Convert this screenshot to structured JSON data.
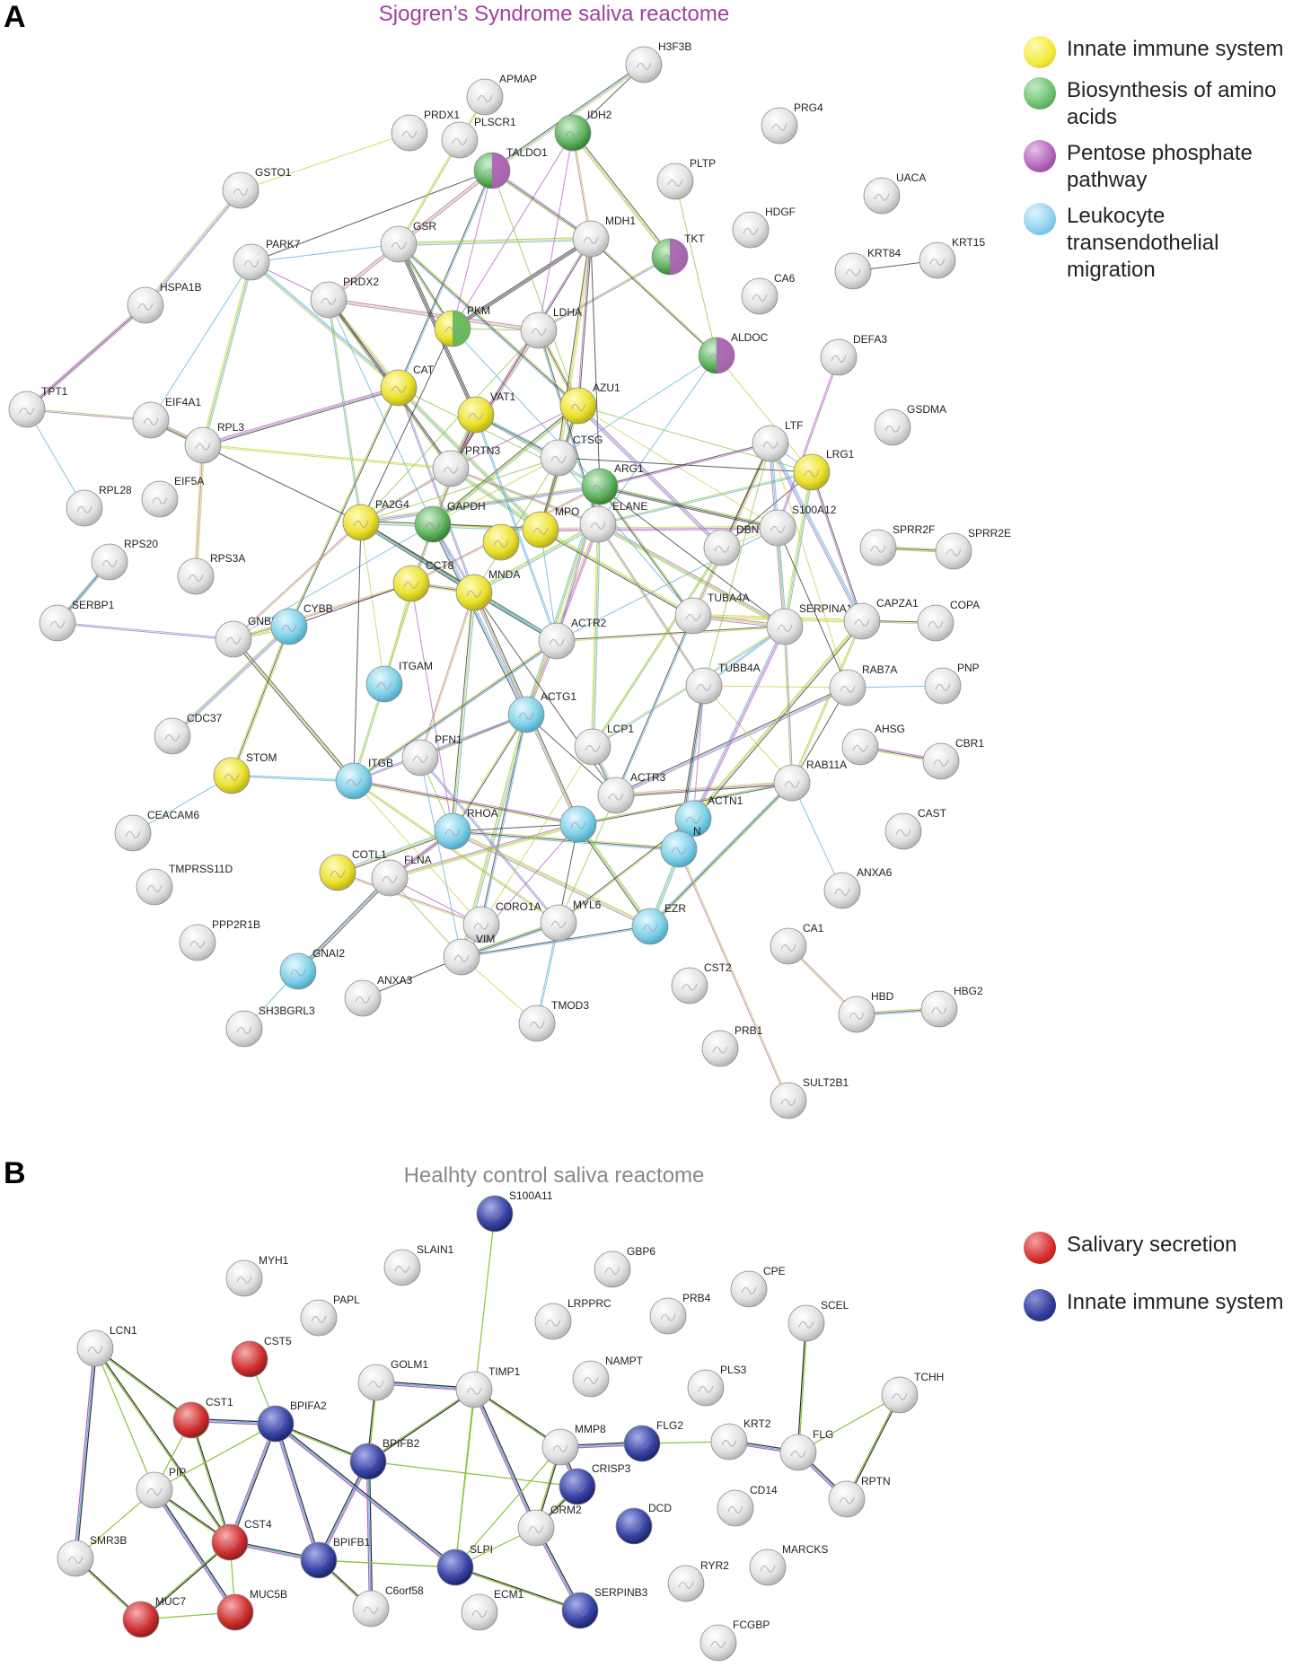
{
  "panel_a": {
    "letter": "A",
    "title": "Sjogren’s Syndrome saliva reactome",
    "title_color": "#a040a0",
    "legend": [
      {
        "label": "Innate immune system",
        "color": "#f2e83a"
      },
      {
        "label": "Biosynthesis of amino acids",
        "color": "#6abf6a"
      },
      {
        "label": "Pentose phosphate pathway",
        "color": "#b060b8"
      },
      {
        "label": "Leukocyte transendothelial migration",
        "color": "#8ccff0"
      }
    ],
    "nodes": [
      {
        "id": "H3F3B",
        "c": "w"
      },
      {
        "id": "APMAP",
        "c": "w"
      },
      {
        "id": "PRDX1",
        "c": "w"
      },
      {
        "id": "PLSCR1",
        "c": "w"
      },
      {
        "id": "IDH2",
        "c": "g"
      },
      {
        "id": "TALDO1",
        "c": "gp"
      },
      {
        "id": "PRG4",
        "c": "w"
      },
      {
        "id": "PLTP",
        "c": "w"
      },
      {
        "id": "UACA",
        "c": "w"
      },
      {
        "id": "GSTO1",
        "c": "w"
      },
      {
        "id": "HDGF",
        "c": "w"
      },
      {
        "id": "GSR",
        "c": "w"
      },
      {
        "id": "MDH1",
        "c": "w"
      },
      {
        "id": "TKT",
        "c": "gp"
      },
      {
        "id": "KRT84",
        "c": "w"
      },
      {
        "id": "KRT15",
        "c": "w"
      },
      {
        "id": "PARK7",
        "c": "w"
      },
      {
        "id": "CA6",
        "c": "w"
      },
      {
        "id": "HSPA1B",
        "c": "w"
      },
      {
        "id": "PRDX2",
        "c": "w"
      },
      {
        "id": "PKM",
        "c": "yg"
      },
      {
        "id": "LDHA",
        "c": "w"
      },
      {
        "id": "ALDOC",
        "c": "gp"
      },
      {
        "id": "DEFA3",
        "c": "w"
      },
      {
        "id": "CAT",
        "c": "y"
      },
      {
        "id": "TPT1",
        "c": "w"
      },
      {
        "id": "EIF4A1",
        "c": "w"
      },
      {
        "id": "VAT1",
        "c": "y"
      },
      {
        "id": "AZU1",
        "c": "y"
      },
      {
        "id": "GSDMA",
        "c": "w"
      },
      {
        "id": "RPL3",
        "c": "w"
      },
      {
        "id": "LTF",
        "c": "w"
      },
      {
        "id": "CTSG",
        "c": "w"
      },
      {
        "id": "PRTN3",
        "c": "w"
      },
      {
        "id": "ARG1",
        "c": "g"
      },
      {
        "id": "LRG1",
        "c": "y"
      },
      {
        "id": "RPL28",
        "c": "w"
      },
      {
        "id": "EIF5A",
        "c": "w"
      },
      {
        "id": "ELANE",
        "c": "w"
      },
      {
        "id": "S100A12",
        "c": "w"
      },
      {
        "id": "PA2G4",
        "c": "y"
      },
      {
        "id": "GAPDH",
        "c": "g"
      },
      {
        "id": "MPO",
        "c": "y"
      },
      {
        "id": "MPO2",
        "c": "y"
      },
      {
        "id": "DBN",
        "c": "w"
      },
      {
        "id": "SPRR2F",
        "c": "w"
      },
      {
        "id": "SPRR2E",
        "c": "w"
      },
      {
        "id": "RPS20",
        "c": "w"
      },
      {
        "id": "RPS3A",
        "c": "w"
      },
      {
        "id": "CCT8",
        "c": "y"
      },
      {
        "id": "MNDA",
        "c": "y"
      },
      {
        "id": "TUBA4A",
        "c": "w"
      },
      {
        "id": "SERBP1",
        "c": "w"
      },
      {
        "id": "GNB2L1",
        "c": "w"
      },
      {
        "id": "CYBB",
        "c": "b"
      },
      {
        "id": "ACTR2",
        "c": "w"
      },
      {
        "id": "SERPINA1",
        "c": "w"
      },
      {
        "id": "CAPZA1",
        "c": "w"
      },
      {
        "id": "COPA",
        "c": "w"
      },
      {
        "id": "ITGAM",
        "c": "b"
      },
      {
        "id": "TUBB4A",
        "c": "w"
      },
      {
        "id": "RAB7A",
        "c": "w"
      },
      {
        "id": "PNP",
        "c": "w"
      },
      {
        "id": "CDC37",
        "c": "w"
      },
      {
        "id": "ACTG1",
        "c": "b"
      },
      {
        "id": "LCP1",
        "c": "w"
      },
      {
        "id": "AHSG",
        "c": "w"
      },
      {
        "id": "CBR1",
        "c": "w"
      },
      {
        "id": "STOM",
        "c": "y"
      },
      {
        "id": "PFN1",
        "c": "w"
      },
      {
        "id": "ITGB",
        "c": "b"
      },
      {
        "id": "RAB11A",
        "c": "w"
      },
      {
        "id": "ACTR3",
        "c": "w"
      },
      {
        "id": "ACTN1",
        "c": "b"
      },
      {
        "id": "CEACAM6",
        "c": "w"
      },
      {
        "id": "RHOA",
        "c": "b"
      },
      {
        "id": "ACTB",
        "c": "b"
      },
      {
        "id": "CAST",
        "c": "w"
      },
      {
        "id": "TMPRSS11D",
        "c": "w"
      },
      {
        "id": "COTL1",
        "c": "y"
      },
      {
        "id": "FLNA",
        "c": "w"
      },
      {
        "id": "ANXA6",
        "c": "w"
      },
      {
        "id": "CORO1A",
        "c": "w"
      },
      {
        "id": "MYL6",
        "c": "w"
      },
      {
        "id": "EZR",
        "c": "b"
      },
      {
        "id": "PPP2R1B",
        "c": "w"
      },
      {
        "id": "CA1",
        "c": "w"
      },
      {
        "id": "GNAI2",
        "c": "b"
      },
      {
        "id": "VIM",
        "c": "w"
      },
      {
        "id": "VIM2",
        "c": "w"
      },
      {
        "id": "CST2",
        "c": "w"
      },
      {
        "id": "ANXA3",
        "c": "w"
      },
      {
        "id": "HBD",
        "c": "w"
      },
      {
        "id": "HBG2",
        "c": "w"
      },
      {
        "id": "SH3BGRL3",
        "c": "w"
      },
      {
        "id": "TMOD3",
        "c": "w"
      },
      {
        "id": "PRB1",
        "c": "w"
      },
      {
        "id": "SULT2B1",
        "c": "w"
      },
      {
        "id": "MSN",
        "c": "b"
      }
    ],
    "labels": {
      "H3F3B": "H3F3B",
      "APMAP": "APMAP",
      "PRDX1": "PRDX1",
      "PLSCR1": "PLSCR1",
      "IDH2": "IDH2",
      "TALDO1": "TALDO1",
      "PRG4": "PRG4",
      "PLTP": "PLTP",
      "UACA": "UACA",
      "GSTO1": "GSTO1",
      "HDGF": "HDGF",
      "GSR": "GSR",
      "MDH1": "MDH1",
      "TKT": "TKT",
      "KRT84": "KRT84",
      "KRT15": "KRT15",
      "PARK7": "PARK7",
      "CA6": "CA6",
      "HSPA1B": "HSPA1B",
      "PRDX2": "PRDX2",
      "PKM": "PKM",
      "LDHA": "LDHA",
      "ALDOC": "ALDOC",
      "DEFA3": "DEFA3",
      "CAT": "CAT",
      "TPT1": "TPT1",
      "EIF4A1": "EIF4A1",
      "VAT1": "VAT1",
      "AZU1": "AZU1",
      "GSDMA": "GSDMA",
      "RPL3": "RPL3",
      "LTF": "LTF",
      "CTSG": "CTSG",
      "PRTN3": "PRTN3",
      "ARG1": "ARG1",
      "LRG1": "LRG1",
      "RPL28": "RPL28",
      "EIF5A": "EIF5A",
      "ELANE": "ELANE",
      "S100A12": "S100A12",
      "PA2G4": "PA2G4",
      "GAPDH": "GAPDH",
      "MPO": "MPO",
      "MPO2": "",
      "DBN": "DBN",
      "SPRR2F": "SPRR2F",
      "SPRR2E": "SPRR2E",
      "RPS20": "RPS20",
      "RPS3A": "RPS3A",
      "CCT8": "CCT8",
      "MNDA": "MNDA",
      "TUBA4A": "TUBA4A",
      "SERBP1": "SERBP1",
      "GNB2L1": "GNB2L1",
      "CYBB": "CYBB",
      "ACTR2": "ACTR2",
      "SERPINA1": "SERPINA1",
      "CAPZA1": "CAPZA1",
      "COPA": "COPA",
      "ITGAM": "ITGAM",
      "TUBB4A": "TUBB4A",
      "RAB7A": "RAB7A",
      "PNP": "PNP",
      "CDC37": "CDC37",
      "ACTG1": "ACTG1",
      "LCP1": "LCP1",
      "AHSG": "AHSG",
      "CBR1": "CBR1",
      "STOM": "STOM",
      "PFN1": "PFN1",
      "ITGB": "ITGB",
      "RAB11A": "RAB11A",
      "ACTR3": "ACTR3",
      "ACTN1": "ACTN1",
      "CEACAM6": "CEACAM6",
      "RHOA": "RHOA",
      "ACTB": "",
      "CAST": "CAST",
      "TMPRSS11D": "TMPRSS11D",
      "COTL1": "COTL1",
      "FLNA": "FLNA",
      "ANXA6": "ANXA6",
      "CORO1A": "CORO1A",
      "MYL6": "MYL6",
      "EZR": "EZR",
      "PPP2R1B": "PPP2R1B",
      "CA1": "CA1",
      "GNAI2": "GNAI2",
      "VIM": "VIM",
      "VIM2": "",
      "CST2": "CST2",
      "ANXA3": "ANXA3",
      "HBD": "HBD",
      "HBG2": "HBG2",
      "SH3BGRL3": "SH3BGRL3",
      "TMOD3": "TMOD3",
      "PRB1": "PRB1",
      "SULT2B1": "SULT2B1",
      "MSN": "N"
    }
  },
  "panel_b": {
    "letter": "B",
    "title": "Healhty control saliva reactome",
    "title_color": "#888888",
    "legend": [
      {
        "label": "Salivary secretion",
        "color": "#d42a2a"
      },
      {
        "label": "Innate immune system",
        "color": "#2e3a96"
      }
    ],
    "nodes": [
      {
        "id": "S100A11",
        "c": "n"
      },
      {
        "id": "MYH1",
        "c": "w"
      },
      {
        "id": "SLAIN1",
        "c": "w"
      },
      {
        "id": "GBP6",
        "c": "w"
      },
      {
        "id": "CPE",
        "c": "w"
      },
      {
        "id": "PAPL",
        "c": "w"
      },
      {
        "id": "LRPPRC",
        "c": "w"
      },
      {
        "id": "PRB4",
        "c": "w"
      },
      {
        "id": "SCEL",
        "c": "w"
      },
      {
        "id": "LCN1",
        "c": "w"
      },
      {
        "id": "CST5",
        "c": "r"
      },
      {
        "id": "GOLM1",
        "c": "w"
      },
      {
        "id": "NAMPT",
        "c": "w"
      },
      {
        "id": "TIMP1",
        "c": "w"
      },
      {
        "id": "PLS3",
        "c": "w"
      },
      {
        "id": "TCHH",
        "c": "w"
      },
      {
        "id": "CST1",
        "c": "r"
      },
      {
        "id": "BPIFA2",
        "c": "n"
      },
      {
        "id": "BPIFB2",
        "c": "n"
      },
      {
        "id": "MMP8",
        "c": "w"
      },
      {
        "id": "FLG2",
        "c": "n"
      },
      {
        "id": "KRT2",
        "c": "w"
      },
      {
        "id": "FLG",
        "c": "w"
      },
      {
        "id": "PIP",
        "c": "w"
      },
      {
        "id": "CRISP3",
        "c": "n"
      },
      {
        "id": "RPTN",
        "c": "w"
      },
      {
        "id": "CD14",
        "c": "w"
      },
      {
        "id": "CST4",
        "c": "r"
      },
      {
        "id": "ORM2",
        "c": "w"
      },
      {
        "id": "DCD",
        "c": "n"
      },
      {
        "id": "SMR3B",
        "c": "w"
      },
      {
        "id": "BPIFB1",
        "c": "n"
      },
      {
        "id": "SLPI",
        "c": "n"
      },
      {
        "id": "MARCKS",
        "c": "w"
      },
      {
        "id": "RYR2",
        "c": "w"
      },
      {
        "id": "MUC7",
        "c": "r"
      },
      {
        "id": "MUC5B",
        "c": "r"
      },
      {
        "id": "C6orf58",
        "c": "w"
      },
      {
        "id": "ECM1",
        "c": "w"
      },
      {
        "id": "SERPINB3",
        "c": "n"
      },
      {
        "id": "FCGBP",
        "c": "w"
      }
    ],
    "labels": {
      "S100A11": "S100A11",
      "MYH1": "MYH1",
      "SLAIN1": "SLAIN1",
      "GBP6": "GBP6",
      "CPE": "CPE",
      "PAPL": "PAPL",
      "LRPPRC": "LRPPRC",
      "PRB4": "PRB4",
      "SCEL": "SCEL",
      "LCN1": "LCN1",
      "CST5": "CST5",
      "GOLM1": "GOLM1",
      "NAMPT": "NAMPT",
      "TIMP1": "TIMP1",
      "PLS3": "PLS3",
      "TCHH": "TCHH",
      "CST1": "CST1",
      "BPIFA2": "BPIFA2",
      "BPIFB2": "BPIFB2",
      "MMP8": "MMP8",
      "FLG2": "FLG2",
      "KRT2": "KRT2",
      "FLG": "FLG",
      "PIP": "PIP",
      "CRISP3": "CRISP3",
      "RPTN": "RPTN",
      "CD14": "CD14",
      "CST4": "CST4",
      "ORM2": "ORM2",
      "DCD": "DCD",
      "SMR3B": "SMR3B",
      "BPIFB1": "BPIFB1",
      "SLPI": "SLPI",
      "MARCKS": "MARCKS",
      "RYR2": "RYR2",
      "MUC7": "MUC7",
      "MUC5B": "MUC5B",
      "C6orf58": "C6orf58",
      "ECM1": "ECM1",
      "SERPINB3": "SERPINB3",
      "FCGBP": "FCGBP"
    },
    "edges": [
      [
        "LCN1",
        "CST1"
      ],
      [
        "LCN1",
        "PIP"
      ],
      [
        "LCN1",
        "SMR3B"
      ],
      [
        "LCN1",
        "CST4"
      ],
      [
        "CST5",
        "BPIFA2"
      ],
      [
        "CST1",
        "BPIFA2"
      ],
      [
        "CST1",
        "CST4"
      ],
      [
        "CST1",
        "PIP"
      ],
      [
        "BPIFA2",
        "CST4"
      ],
      [
        "BPIFA2",
        "BPIFB2"
      ],
      [
        "BPIFA2",
        "PIP"
      ],
      [
        "BPIFA2",
        "BPIFB1"
      ],
      [
        "PIP",
        "CST4"
      ],
      [
        "PIP",
        "SMR3B"
      ],
      [
        "PIP",
        "MUC5B"
      ],
      [
        "CST4",
        "MUC7"
      ],
      [
        "CST4",
        "MUC5B"
      ],
      [
        "CST4",
        "BPIFB1"
      ],
      [
        "SMR3B",
        "MUC7"
      ],
      [
        "MUC7",
        "MUC5B"
      ],
      [
        "BPIFB1",
        "BPIFB2"
      ],
      [
        "BPIFB1",
        "C6orf58"
      ],
      [
        "BPIFB1",
        "SLPI"
      ],
      [
        "BPIFB2",
        "C6orf58"
      ],
      [
        "BPIFB2",
        "GOLM1"
      ],
      [
        "BPIFB2",
        "CRISP3"
      ],
      [
        "GOLM1",
        "TIMP1"
      ],
      [
        "TIMP1",
        "MMP8"
      ],
      [
        "TIMP1",
        "SLPI"
      ],
      [
        "TIMP1",
        "ORM2"
      ],
      [
        "TIMP1",
        "BPIFB2"
      ],
      [
        "S100A11",
        "SLPI"
      ],
      [
        "MMP8",
        "CRISP3"
      ],
      [
        "MMP8",
        "ORM2"
      ],
      [
        "MMP8",
        "SLPI"
      ],
      [
        "MMP8",
        "FLG2"
      ],
      [
        "CRISP3",
        "ORM2"
      ],
      [
        "ORM2",
        "SLPI"
      ],
      [
        "ORM2",
        "SERPINB3"
      ],
      [
        "SLPI",
        "SERPINB3"
      ],
      [
        "FLG2",
        "KRT2"
      ],
      [
        "KRT2",
        "FLG"
      ],
      [
        "FLG",
        "SCEL"
      ],
      [
        "FLG",
        "TCHH"
      ],
      [
        "FLG",
        "RPTN"
      ],
      [
        "TCHH",
        "RPTN"
      ],
      [
        "SLPI",
        "BPIFB1"
      ],
      [
        "BPIFA2",
        "SLPI"
      ]
    ]
  }
}
